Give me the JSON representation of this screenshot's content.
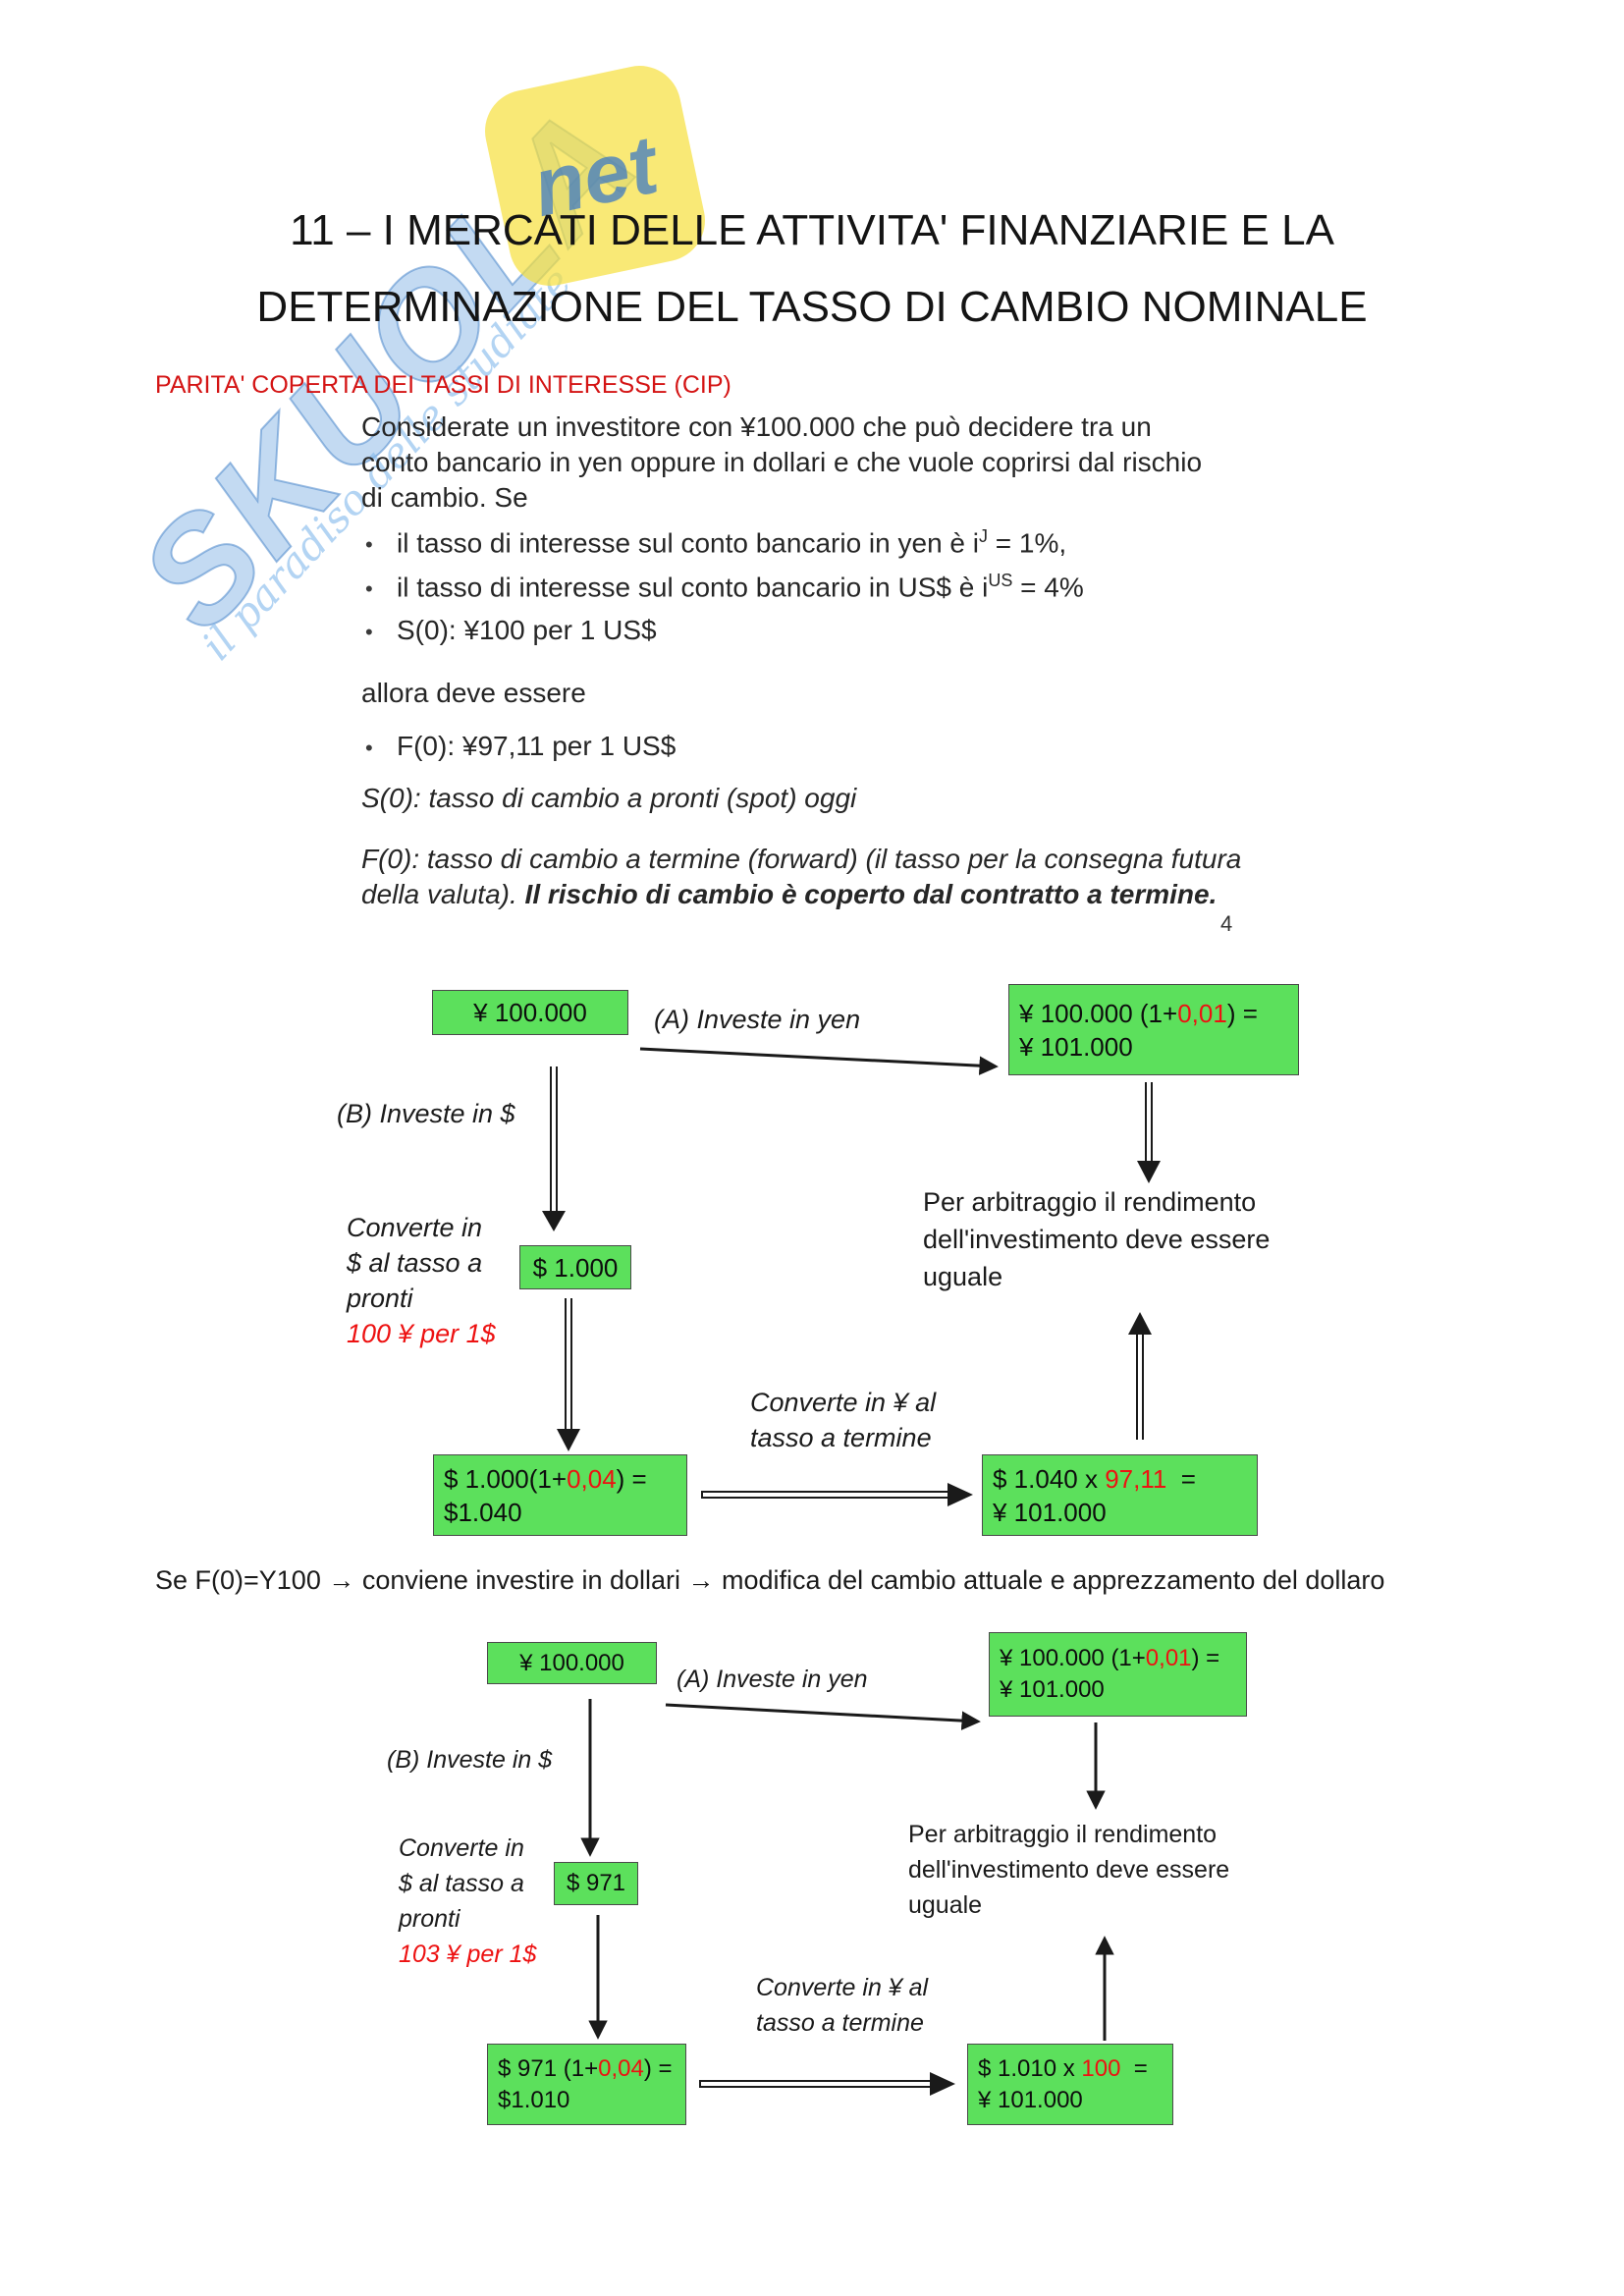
{
  "watermark": {
    "brand": "SKUOLA",
    "net": "net",
    "tagline": "il paradiso delle studiate"
  },
  "title": {
    "line1": "11 – I MERCATI DELLE ATTIVITA' FINANZIARIE E LA",
    "line2": "DETERMINAZIONE DEL TASSO DI CAMBIO NOMINALE"
  },
  "section_heading": "PARITA' COPERTA DEI TASSI DI INTERESSE (CIP)",
  "slide_number": "4",
  "intro": {
    "paragraph": "Considerate un investitore con ¥100.000 che può decidere tra un conto bancario in yen oppure in dollari e che vuole coprirsi dal rischio di cambio. Se",
    "bullet_yen": {
      "pre": "il tasso di interesse sul conto bancario in yen è i",
      "sup": "J",
      "post": " = 1%,"
    },
    "bullet_usd": {
      "pre": "il tasso di interesse sul conto bancario in US$ è i",
      "sup": "US",
      "post": " = 4%"
    },
    "bullet_spot": "S(0): ¥100 per 1 US$",
    "allora": "allora deve essere",
    "bullet_forward": "F(0): ¥97,11 per 1 US$",
    "s0_def": "S(0): tasso di cambio a pronti (spot) oggi",
    "f0_def_normal": "F(0): tasso di cambio a termine (forward) (il tasso per la consegna futura della valuta). ",
    "f0_def_bold": "Il rischio di cambio è coperto dal contratto a termine."
  },
  "middle_note": "Se F(0)=Y100 → conviene investire in dollari → modifica del cambio attuale e apprezzamento del dollaro",
  "diagram1": {
    "box_start": "¥ 100.000",
    "label_invest_yen": "(A) Investe in yen",
    "label_invest_usd": "(B) Investe in $",
    "box_yen_result": {
      "pre": "¥ 100.000 (1+",
      "red": "0,01",
      "post": ") =",
      "line2": "¥ 101.000"
    },
    "convert_spot": {
      "l1": "Converte in",
      "l2": "$ al tasso a",
      "l3": "pronti",
      "rate": "100 ¥ per 1$"
    },
    "box_usd": "$ 1.000",
    "arbitrage": {
      "l1": "Per arbitraggio il rendimento",
      "l2": "dell'investimento deve essere",
      "l3": "uguale"
    },
    "convert_forward": {
      "l1": "Converte in ¥ al",
      "l2": "tasso a termine"
    },
    "box_usd_result": {
      "pre": "$ 1.000(1+",
      "red": "0,04",
      "post": ") =",
      "line2": "$1.040"
    },
    "box_final": {
      "pre": "$ 1.040 x ",
      "red": "97,11",
      "post": "  =",
      "line2": "¥ 101.000"
    }
  },
  "diagram2": {
    "box_start": "¥ 100.000",
    "label_invest_yen": "(A) Investe in yen",
    "label_invest_usd": "(B) Investe in $",
    "box_yen_result": {
      "pre": "¥ 100.000 (1+",
      "red": "0,01",
      "post": ") =",
      "line2": "¥ 101.000"
    },
    "convert_spot": {
      "l1": "Converte in",
      "l2": "$ al tasso a",
      "l3": "pronti",
      "rate": "103 ¥ per 1$"
    },
    "box_usd": "$ 971",
    "arbitrage": {
      "l1": "Per arbitraggio il rendimento",
      "l2": "dell'investimento deve essere",
      "l3": "uguale"
    },
    "convert_forward": {
      "l1": "Converte in ¥ al",
      "l2": "tasso a termine"
    },
    "box_usd_result": {
      "pre": "$ 971 (1+",
      "red": "0,04",
      "post": ") =",
      "line2": "$1.010"
    },
    "box_final": {
      "pre": "$ 1.010 x ",
      "red": "100",
      "post": "  =",
      "line2": "¥ 101.000"
    }
  }
}
